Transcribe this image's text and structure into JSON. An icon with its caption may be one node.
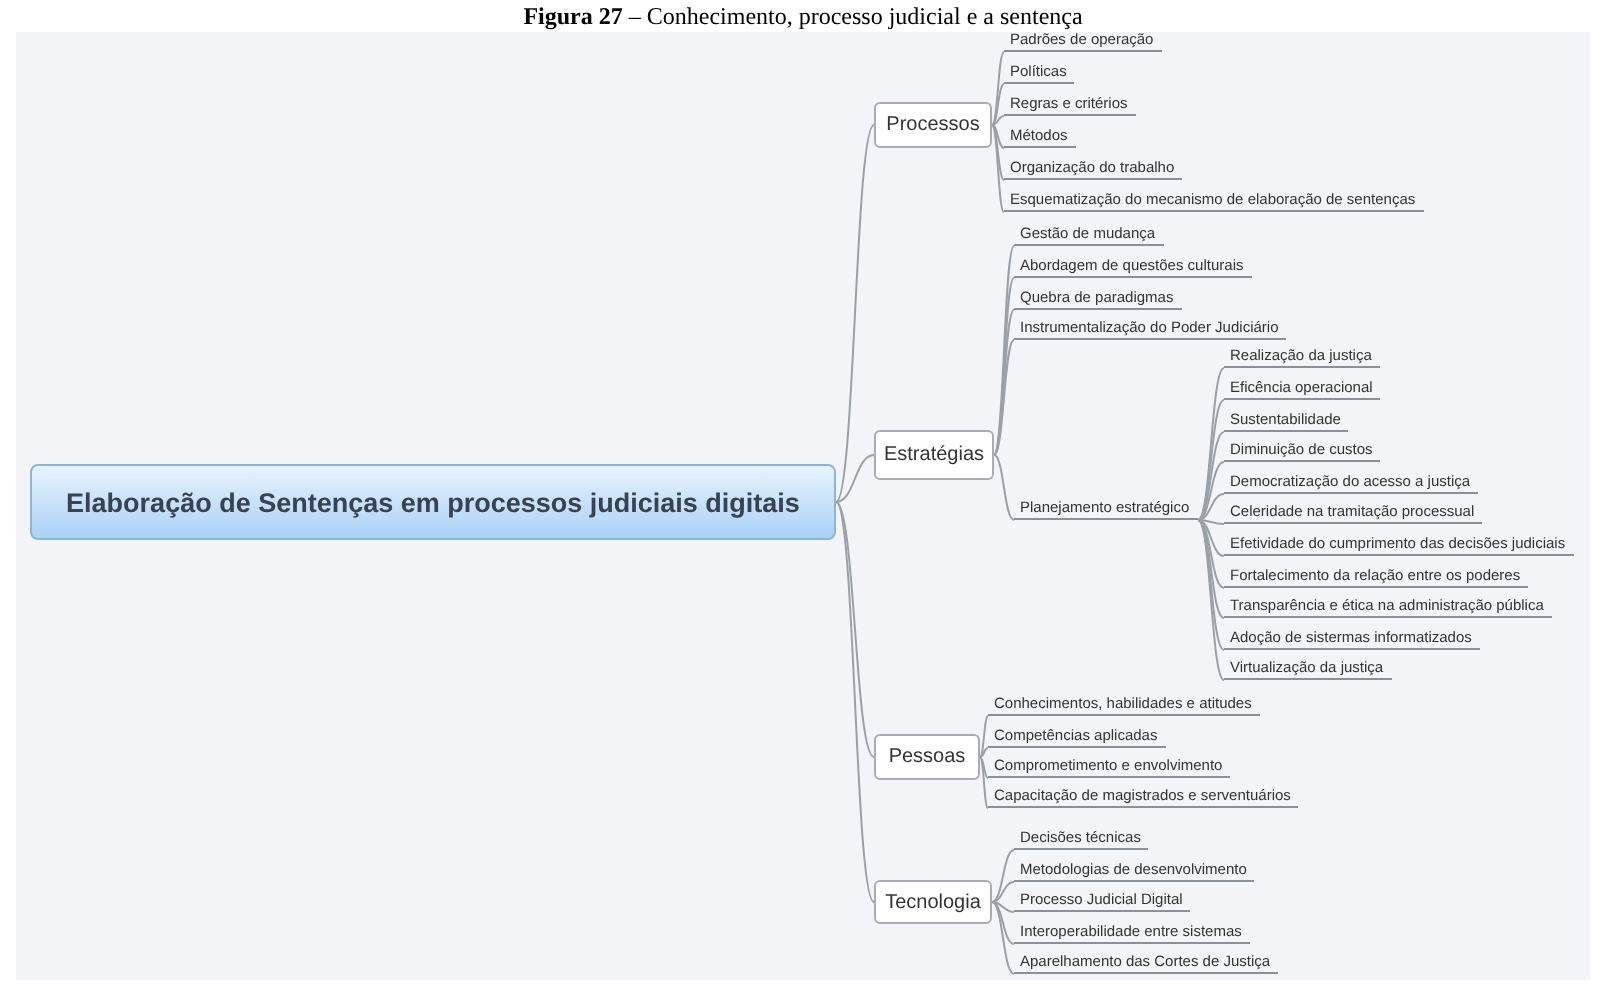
{
  "diagram": {
    "title": "**Figura 27** – Conhecimento, processo judicial e a sentença",
    "nodes": [
      {
        "text": [
          "Elaboração de Sentenças em processos judiciais digitais"
        ]
      },
      {
        "text": [
          "Processos"
        ]
      },
      {
        "text": [
          "Padrões de operação"
        ]
      },
      {
        "text": [
          "Políticas"
        ]
      },
      {
        "text": [
          "Regras e critérios"
        ]
      },
      {
        "text": [
          "Métodos"
        ]
      },
      {
        "text": [
          "Organização do trabalho"
        ]
      },
      {
        "text": [
          "Esquematização do mecanismo de elaboração de sentenças"
        ]
      },
      {
        "text": [
          "Estratégias"
        ]
      },
      {
        "text": [
          "Gestão de mudança"
        ]
      },
      {
        "text": [
          "Abordagem de questões culturais"
        ]
      },
      {
        "text": [
          "Quebra de paradigmas"
        ]
      },
      {
        "text": [
          "Instrumentalização do Poder Judiciário"
        ]
      },
      {
        "text": [
          "Planejamento estratégico"
        ]
      },
      {
        "text": [
          "Realização da justiça"
        ]
      },
      {
        "text": [
          "Eficência operacional"
        ]
      },
      {
        "text": [
          "Sustentabilidade"
        ]
      },
      {
        "text": [
          "Diminuição de custos"
        ]
      },
      {
        "text": [
          "Democratização do acesso a justiça"
        ]
      },
      {
        "text": [
          "Celeridade na tramitação processual"
        ]
      },
      {
        "text": [
          "Efetividade do cumprimento das decisões judiciais"
        ]
      },
      {
        "text": [
          "Fortalecimento da relação entre os poderes"
        ]
      },
      {
        "text": [
          "Transparência e ética na administração pública"
        ]
      },
      {
        "text": [
          "Adoção de sistermas informatizados"
        ]
      },
      {
        "text": [
          "Virtualização da justiça"
        ]
      },
      {
        "text": [
          "Pessoas"
        ]
      },
      {
        "text": [
          "Conhecimentos, habilidades e atitudes"
        ]
      },
      {
        "text": [
          "Competências aplicadas"
        ]
      },
      {
        "text": [
          "Comprometimento e envolvimento"
        ]
      },
      {
        "text": [
          "Capacitação de magistrados e serventuários"
        ]
      },
      {
        "text": [
          "Tecnologia"
        ]
      },
      {
        "text": [
          "Decisões técnicas"
        ]
      },
      {
        "text": [
          "Metodologias de desenvolvimento"
        ]
      },
      {
        "text": [
          "Processo Judicial Digital"
        ]
      },
      {
        "text": [
          "Interoperabilidade entre sistemas"
        ]
      },
      {
        "text": [
          "Aparelhamento das Cortes de Justiça"
        ]
      }
    ],
    "edges": [
      {
        "from": 0,
        "to": 1,
        "arrow": "none"
      },
      {
        "from": 1,
        "to": 2,
        "arrow": "none"
      },
      {
        "from": 1,
        "to": 3,
        "arrow": "none"
      },
      {
        "from": 1,
        "to": 4,
        "arrow": "none"
      },
      {
        "from": 1,
        "to": 5,
        "arrow": "none"
      },
      {
        "from": 1,
        "to": 6,
        "arrow": "none"
      },
      {
        "from": 1,
        "to": 7,
        "arrow": "none"
      },
      {
        "from": 0,
        "to": 8,
        "arrow": "none"
      },
      {
        "from": 8,
        "to": 9,
        "arrow": "none"
      },
      {
        "from": 8,
        "to": 10,
        "arrow": "none"
      },
      {
        "from": 8,
        "to": 11,
        "arrow": "none"
      },
      {
        "from": 8,
        "to": 12,
        "arrow": "none"
      },
      {
        "from": 8,
        "to": 13,
        "arrow": "none"
      },
      {
        "from": 13,
        "to": 14,
        "arrow": "none"
      },
      {
        "from": 13,
        "to": 15,
        "arrow": "none"
      },
      {
        "from": 13,
        "to": 16,
        "arrow": "none"
      },
      {
        "from": 13,
        "to": 17,
        "arrow": "none"
      },
      {
        "from": 13,
        "to": 18,
        "arrow": "none"
      },
      {
        "from": 13,
        "to": 19,
        "arrow": "none"
      },
      {
        "from": 13,
        "to": 20,
        "arrow": "none"
      },
      {
        "from": 13,
        "to": 21,
        "arrow": "none"
      },
      {
        "from": 13,
        "to": 22,
        "arrow": "none"
      },
      {
        "from": 13,
        "to": 23,
        "arrow": "none"
      },
      {
        "from": 13,
        "to": 24,
        "arrow": "none"
      },
      {
        "from": 0,
        "to": 25,
        "arrow": "none"
      },
      {
        "from": 25,
        "to": 26,
        "arrow": "none"
      },
      {
        "from": 25,
        "to": 27,
        "arrow": "none"
      },
      {
        "from": 25,
        "to": 28,
        "arrow": "none"
      },
      {
        "from": 25,
        "to": 29,
        "arrow": "none"
      },
      {
        "from": 0,
        "to": 30,
        "arrow": "none"
      },
      {
        "from": 30,
        "to": 31,
        "arrow": "none"
      },
      {
        "from": 30,
        "to": 32,
        "arrow": "none"
      },
      {
        "from": 30,
        "to": 33,
        "arrow": "none"
      },
      {
        "from": 30,
        "to": 34,
        "arrow": "none"
      },
      {
        "from": 30,
        "to": 35,
        "arrow": "none"
      }
    ]
  }
}
